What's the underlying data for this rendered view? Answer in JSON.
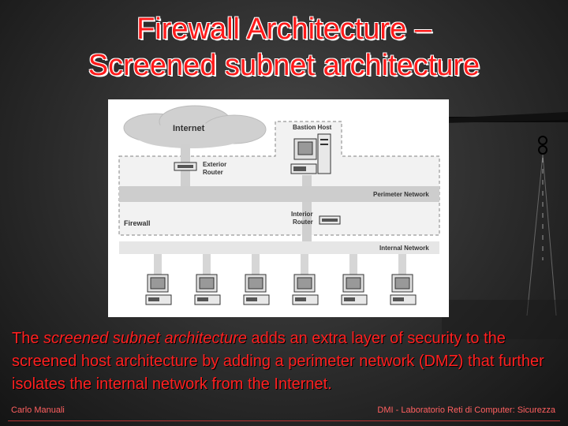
{
  "slide": {
    "title_line1": "Firewall Architecture –",
    "title_line2": "Screened subnet architecture",
    "description": {
      "part1": "The ",
      "italic": "screened subnet architecture",
      "part2": " adds an extra layer of security to the screened host architecture by adding a perimeter network (DMZ) that further isolates the internal network from the Internet."
    },
    "footer_left": "Carlo Manuali",
    "footer_right": "DMI - Laboratorio Reti di Computer: Sicurezza"
  },
  "diagram": {
    "internet_label": "Internet",
    "bastion_label": "Bastion Host",
    "exterior_router_label": [
      "Exterior",
      "Router"
    ],
    "perimeter_network_label": "Perimeter Network",
    "interior_router_label": [
      "Interior",
      "Router"
    ],
    "firewall_label": "Firewall",
    "internal_network_label": "Internal Network"
  },
  "colors": {
    "title": "#ff1a1a",
    "description": "#ff2020",
    "footer": "#ff6060"
  }
}
